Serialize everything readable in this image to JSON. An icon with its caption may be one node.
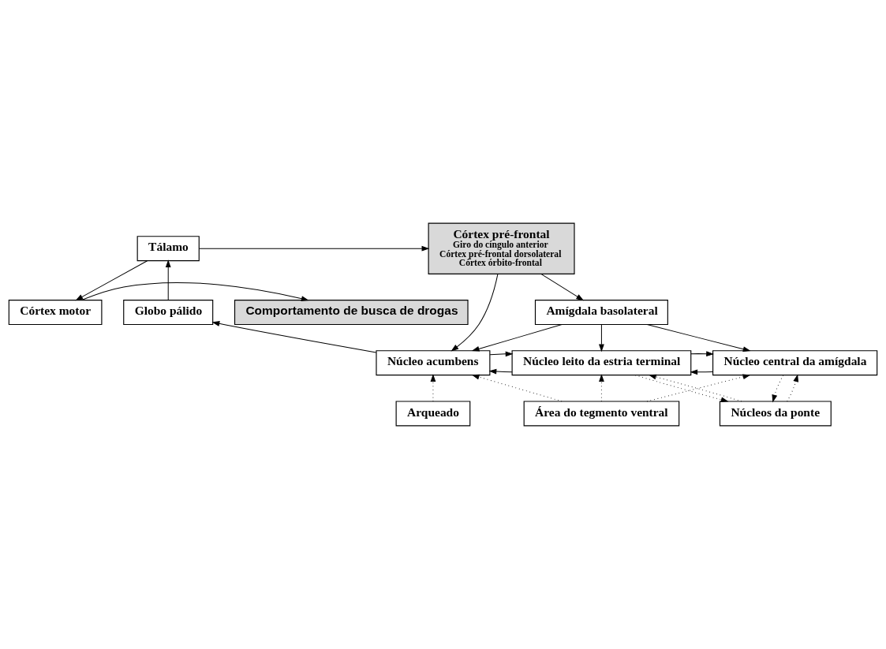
{
  "diagram": {
    "nodes": [
      {
        "text": [
          "Comportamento de busca de drogas"
        ]
      },
      {
        "text": [
          "Córtex motor"
        ]
      },
      {
        "text": [
          "Córtex pré-frontal",
          "Giro do cíngulo anterior",
          "Córtex pré-frontal dorsolateral",
          "Córtex órbito-frontal"
        ]
      },
      {
        "text": [
          "Tálamo"
        ]
      },
      {
        "text": [
          "Amígdala basolateral"
        ]
      },
      {
        "text": [
          "Globo pálido"
        ]
      },
      {
        "text": [
          "Núcleo central da amígdala"
        ]
      },
      {
        "text": [
          "Núcleo leito da estria terminal"
        ]
      },
      {
        "text": [
          "Núcleo acumbens"
        ]
      },
      {
        "text": [
          "Núcleos da ponte"
        ]
      },
      {
        "text": [
          "Arqueado"
        ]
      },
      {
        "text": [
          "Área do tegmento ventral"
        ]
      }
    ],
    "edges": [
      {
        "from": 1,
        "to": 0,
        "arrow": "to"
      },
      {
        "from": 3,
        "to": 1,
        "arrow": "to"
      },
      {
        "from": 3,
        "to": 2,
        "arrow": "to"
      },
      {
        "from": 2,
        "to": 4,
        "arrow": "to"
      },
      {
        "from": 2,
        "to": 8,
        "arrow": "to"
      },
      {
        "from": 5,
        "to": 3,
        "arrow": "to"
      },
      {
        "from": 8,
        "to": 5,
        "arrow": "to"
      },
      {
        "from": 4,
        "to": 6,
        "arrow": "to"
      },
      {
        "from": 4,
        "to": 7,
        "arrow": "to"
      },
      {
        "from": 4,
        "to": 8,
        "arrow": "to"
      },
      {
        "from": 6,
        "to": 7,
        "arrow": "to"
      },
      {
        "from": 7,
        "to": 6,
        "arrow": "to"
      },
      {
        "from": 7,
        "to": 8,
        "arrow": "to"
      },
      {
        "from": 8,
        "to": 7,
        "arrow": "to"
      },
      {
        "from": 9,
        "to": 6,
        "arrow": "to",
        "style": "dashed"
      },
      {
        "from": 6,
        "to": 9,
        "arrow": "to",
        "style": "dashed"
      },
      {
        "from": 7,
        "to": 9,
        "arrow": "to",
        "style": "dashed"
      },
      {
        "from": 9,
        "to": 7,
        "arrow": "to",
        "style": "dashed"
      },
      {
        "from": 11,
        "to": 6,
        "arrow": "to",
        "style": "dashed"
      },
      {
        "from": 11,
        "to": 7,
        "arrow": "to",
        "style": "dashed"
      },
      {
        "from": 10,
        "to": 8,
        "arrow": "to",
        "style": "dashed"
      },
      {
        "from": 11,
        "to": 8,
        "arrow": "to",
        "style": "dashed"
      }
    ]
  }
}
